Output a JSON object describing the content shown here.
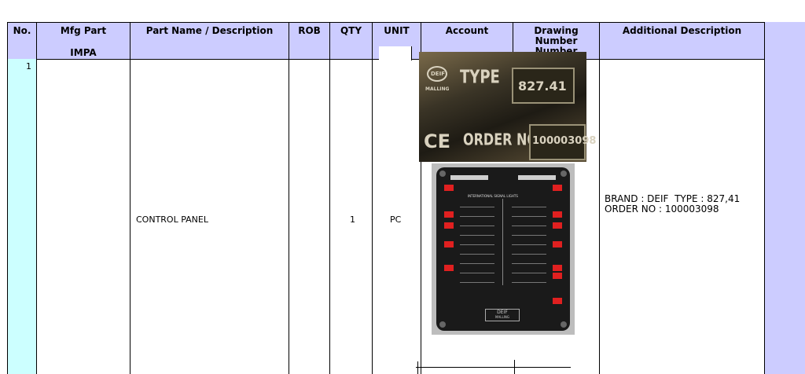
{
  "table": {
    "headers": {
      "no": "No.",
      "mfg_part": "Mfg Part",
      "impa": "IMPA",
      "part_name": "Part Name / Description",
      "rob": "ROB",
      "qty": "QTY",
      "unit": "UNIT",
      "account": "Account",
      "drawing_number": "Drawing Number",
      "drawing_number_repeat": "Number",
      "additional_description": "Additional Description"
    },
    "rows": [
      {
        "no": "1",
        "mfg_part": "",
        "part_name": "CONTROL PANEL",
        "rob": "",
        "qty": "1",
        "unit": "PC",
        "additional_description": "BRAND : DEIF  TYPE : 827,41            ORDER NO : 100003098"
      }
    ]
  },
  "nameplate_photo": {
    "type_label": "TYPE",
    "type_value": "827.41",
    "order_label": "ORDER NO",
    "order_value": "100003098",
    "brand_logo": "DEIF",
    "brand_sub": "MALLING",
    "ce_mark": "CE"
  },
  "panel_photo": {
    "title": "INTERNATIONAL SIGNAL LIGHTS",
    "brand_logo": "DEIF",
    "brand_sub": "MALLING"
  },
  "colors": {
    "header_bg": "#ccccff",
    "no_column_bg": "#ccffff",
    "border": "#000000"
  }
}
